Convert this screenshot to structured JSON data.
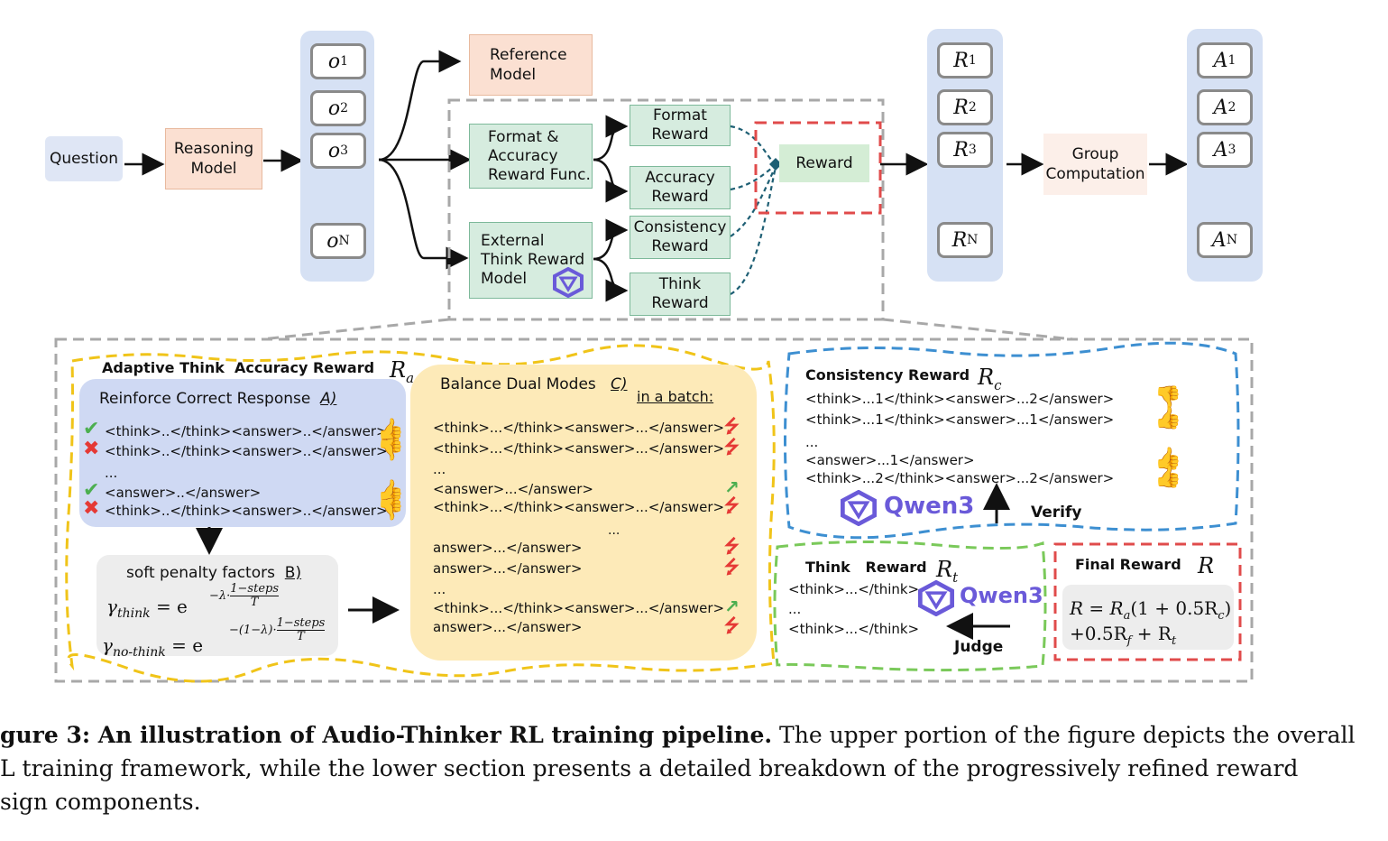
{
  "colors": {
    "green_fill": "#d6ecdf",
    "peach_fill": "#fbe0d2",
    "blue_column": "#d6e1f4",
    "reward_border": "#e04b4b",
    "yellow_border": "#f0c419",
    "blue_border": "#3d8fd1",
    "green_border": "#7ac95a",
    "qwen": "#6a5ad9"
  },
  "top": {
    "question": "Question",
    "reasoning_model": "Reasoning\nModel",
    "reference_model": "Reference\nModel",
    "outputs": [
      "o",
      "o",
      "o",
      "o"
    ],
    "outputs_sub": [
      "1",
      "2",
      "3",
      "N"
    ],
    "format_func": "Format &\nAccuracy\nReward Func.",
    "external_model": "External\nThink Reward\nModel",
    "format_reward": "Format\nReward",
    "accuracy_reward": "Accuracy\nReward",
    "consistency_reward": "Consistency\nReward",
    "think_reward": "Think\nReward",
    "reward": "Reward",
    "rewards": [
      "R",
      "R",
      "R",
      "R"
    ],
    "rewards_sub": [
      "1",
      "2",
      "3",
      "N"
    ],
    "group_computation": "Group\nComputation",
    "advantages": [
      "A",
      "A",
      "A",
      "A"
    ],
    "advantages_sub": [
      "1",
      "2",
      "3",
      "N"
    ]
  },
  "accuracy": {
    "title": "Adaptive Think  Accuracy Reward",
    "symbol": "R",
    "symbol_sub": "a",
    "reinforce": "Reinforce Correct Response",
    "reinforce_tag": "A)",
    "lines": [
      "<think>..</think><answer>..</answer>",
      "<think>..</think><answer>..</answer>",
      "...",
      "<answer>..</answer>",
      "<think>..</think><answer>..</answer>"
    ],
    "marks": [
      "✔",
      "✖",
      "",
      "✔",
      "✖"
    ],
    "thumbs": [
      "👍",
      "👎",
      "",
      "👍",
      "👎"
    ],
    "penalty_title": "soft penalty factors",
    "penalty_tag": "B)",
    "gamma_think": "γ",
    "gamma_think_sub": "think",
    "gamma_nothink_sub": "no-think",
    "eq_think": "= e",
    "exp_think": "−λ·",
    "exp_nothink": "−(1−λ)·",
    "frac_num": "1−steps",
    "frac_den": "T"
  },
  "balance": {
    "title": "Balance Dual Modes",
    "tag": "C)",
    "subtitle": "in a batch:",
    "group1": [
      "<think>...</think><answer>...</answer>",
      "<think>...</think><answer>...</answer>",
      "...",
      "<answer>...</answer>",
      "<think>...</think><answer>...</answer>"
    ],
    "group1_trend": [
      "down",
      "down",
      "",
      "up",
      "down"
    ],
    "between": "...",
    "group2": [
      "answer>...</answer>",
      "answer>...</answer>",
      "...",
      "<think>...</think><answer>...</answer>",
      "answer>...</answer>"
    ],
    "group2_trend": [
      "down",
      "down",
      "",
      "up",
      "down"
    ],
    "down_glyph": "⭍",
    "up_glyph": "↗"
  },
  "consistency": {
    "title": "Consistency Reward",
    "symbol": "R",
    "symbol_sub": "c",
    "lines": [
      "<think>...1</think><answer>...2</answer>",
      "<think>...1</think><answer>...1</answer>",
      "...",
      "<answer>...1</answer>",
      "<think>...2</think><answer>...2</answer>"
    ],
    "thumbs": [
      "👎",
      "👍",
      "",
      "👍",
      "👍"
    ],
    "qwen": "Qwen3",
    "verify": "Verify"
  },
  "think": {
    "title": "Think   Reward",
    "symbol": "R",
    "symbol_sub": "t",
    "lines": [
      "<think>...</think>",
      "...",
      "<think>...</think>"
    ],
    "qwen": "Qwen3",
    "judge": "Judge"
  },
  "final": {
    "title": "Final Reward",
    "symbol": "R",
    "line1": "R = R",
    "line1_sub": "a",
    "line1_rest": "(1 + 0.5R",
    "line1_sub2": "c",
    "line1_end": ")",
    "line2": "+0.5R",
    "line2_sub": "f",
    "line2_rest": " + R",
    "line2_sub2": "t"
  },
  "caption": {
    "bold": "gure 3: An illustration of Audio-Thinker RL training pipeline.",
    "rest1": " The upper portion of the figure depicts the overall",
    "line2": "L training framework, while the lower section presents a detailed breakdown of the progressively refined reward",
    "line3": "sign components."
  }
}
